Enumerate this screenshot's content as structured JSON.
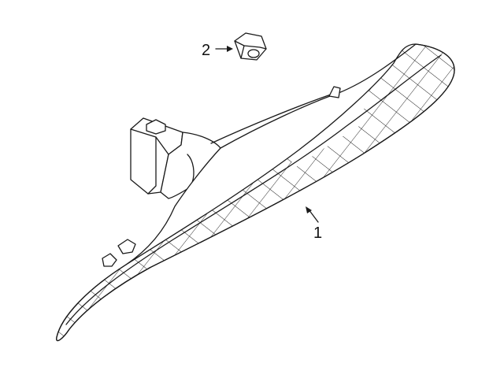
{
  "diagram": {
    "colors": {
      "line": "#1a1a1a",
      "background": "#ffffff"
    },
    "callouts": [
      {
        "id": "1",
        "label": "1",
        "part": "lamp-assembly"
      },
      {
        "id": "2",
        "label": "2",
        "part": "nut"
      }
    ]
  }
}
